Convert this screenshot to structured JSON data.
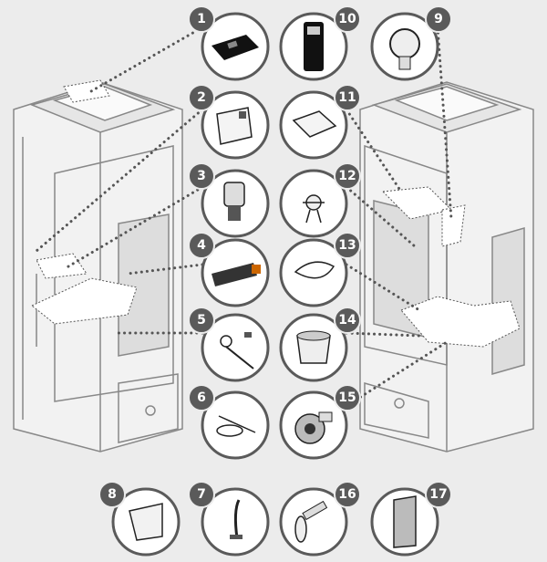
{
  "title": "Exploded parts diagram",
  "parts": [
    {
      "number": "1",
      "icon": "control-panel-icon"
    },
    {
      "number": "2",
      "icon": "circuit-board-icon"
    },
    {
      "number": "3",
      "icon": "gear-motor-icon"
    },
    {
      "number": "4",
      "icon": "igniter-icon"
    },
    {
      "number": "5",
      "icon": "temperature-probe-icon"
    },
    {
      "number": "6",
      "icon": "sensor-cable-icon"
    },
    {
      "number": "7",
      "icon": "rod-icon"
    },
    {
      "number": "8",
      "icon": "bracket-icon"
    },
    {
      "number": "9",
      "icon": "pressure-switch-icon"
    },
    {
      "number": "10",
      "icon": "remote-control-icon"
    },
    {
      "number": "11",
      "icon": "plate-icon"
    },
    {
      "number": "12",
      "icon": "thermostat-icon"
    },
    {
      "number": "13",
      "icon": "gasket-icon"
    },
    {
      "number": "14",
      "icon": "burn-pot-icon"
    },
    {
      "number": "15",
      "icon": "exhaust-fan-icon"
    },
    {
      "number": "16",
      "icon": "valve-icon"
    },
    {
      "number": "17",
      "icon": "filter-panel-icon"
    }
  ],
  "colors": {
    "background": "#ececec",
    "badge": "#5a5a5a",
    "stroke": "#555555",
    "dots": "#555555"
  }
}
